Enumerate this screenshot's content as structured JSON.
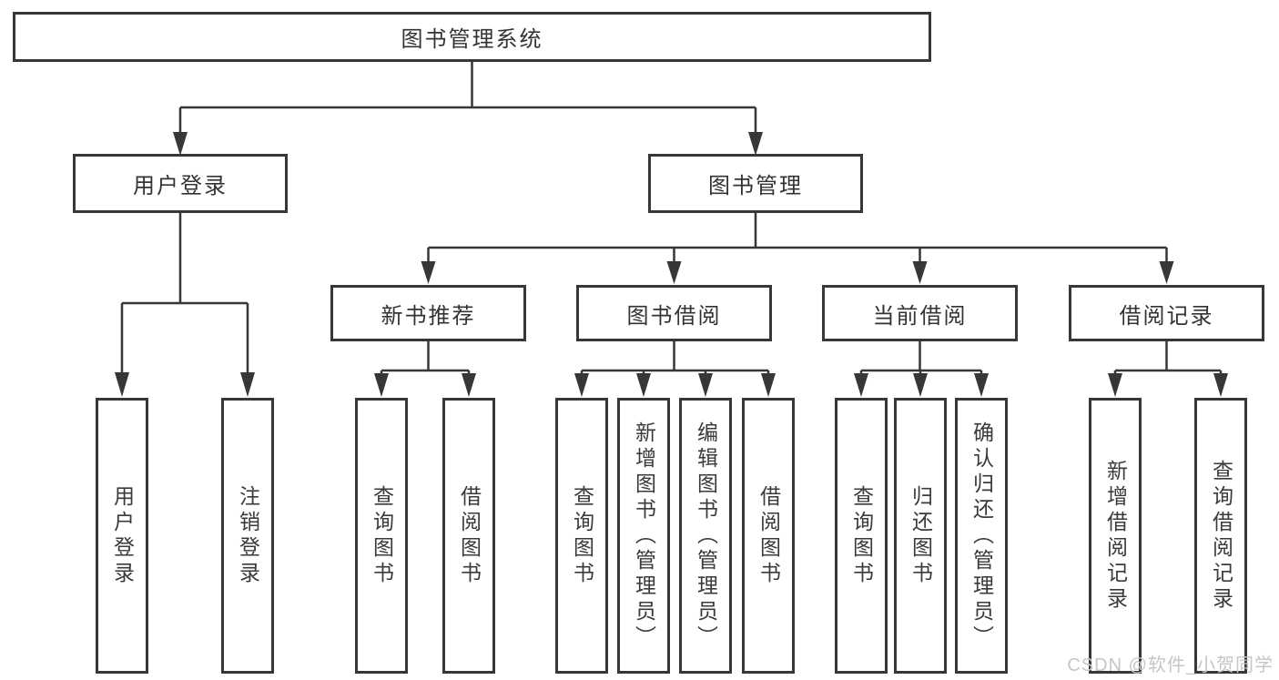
{
  "tree": {
    "root": {
      "label": "图书管理系统"
    },
    "branches": [
      {
        "label": "用户登录",
        "children": [
          {
            "label": "用户登录"
          },
          {
            "label": "注销登录"
          }
        ]
      },
      {
        "label": "图书管理",
        "children": [
          {
            "label": "新书推荐",
            "children": [
              {
                "label": "查询图书"
              },
              {
                "label": "借阅图书"
              }
            ]
          },
          {
            "label": "图书借阅",
            "children": [
              {
                "label": "查询图书"
              },
              {
                "label": "新增图书（管理员）"
              },
              {
                "label": "编辑图书（管理员）"
              },
              {
                "label": "借阅图书"
              }
            ]
          },
          {
            "label": "当前借阅",
            "children": [
              {
                "label": "查询图书"
              },
              {
                "label": "归还图书"
              },
              {
                "label": "确认归还（管理员）"
              }
            ]
          },
          {
            "label": "借阅记录",
            "children": [
              {
                "label": "新增借阅记录"
              },
              {
                "label": "查询借阅记录"
              }
            ]
          }
        ]
      }
    ]
  },
  "watermark": "CSDN @软件_小贺同学",
  "colors": {
    "background": "#ffffff",
    "line": "#373737",
    "box_border": "#373737",
    "text": "#333333",
    "watermark_text": "#c6c6c6"
  }
}
